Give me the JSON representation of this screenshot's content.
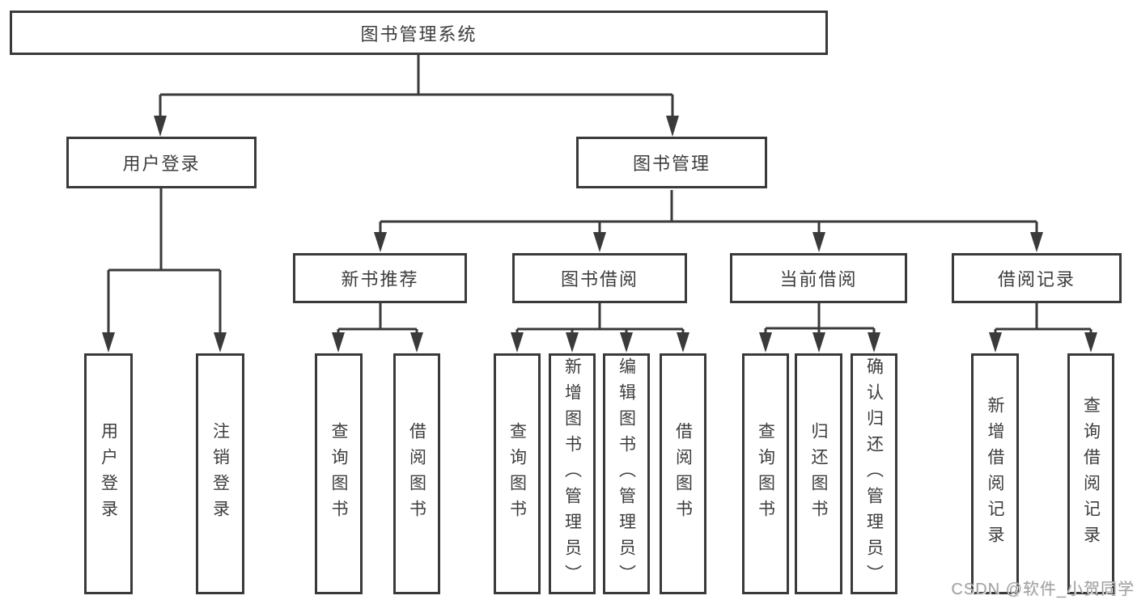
{
  "diagram": {
    "type": "hierarchy-tree",
    "orientation": "top-down",
    "colors": {
      "line": "#3a3a3a",
      "box_border": "#3a3a3a",
      "box_fill": "#ffffff",
      "text": "#3d3d3d",
      "watermark": "#a0a0a0",
      "background": "#ffffff"
    }
  },
  "tree": {
    "root": {
      "label": "图书管理系统",
      "children": [
        {
          "label": "用户登录",
          "children": [
            {
              "label": "用户登录"
            },
            {
              "label": "注销登录"
            }
          ]
        },
        {
          "label": "图书管理",
          "children": [
            {
              "label": "新书推荐",
              "children": [
                {
                  "label": "查询图书"
                },
                {
                  "label": "借阅图书"
                }
              ]
            },
            {
              "label": "图书借阅",
              "children": [
                {
                  "label": "查询图书"
                },
                {
                  "label": "新增图书（管理员）"
                },
                {
                  "label": "编辑图书（管理员）"
                },
                {
                  "label": "借阅图书"
                }
              ]
            },
            {
              "label": "当前借阅",
              "children": [
                {
                  "label": "查询图书"
                },
                {
                  "label": "归还图书"
                },
                {
                  "label": "确认归还（管理员）"
                }
              ]
            },
            {
              "label": "借阅记录",
              "children": [
                {
                  "label": "新增借阅记录"
                },
                {
                  "label": "查询借阅记录"
                }
              ]
            }
          ]
        }
      ]
    }
  },
  "watermark": {
    "text": "CSDN @软件_小贺同学"
  }
}
